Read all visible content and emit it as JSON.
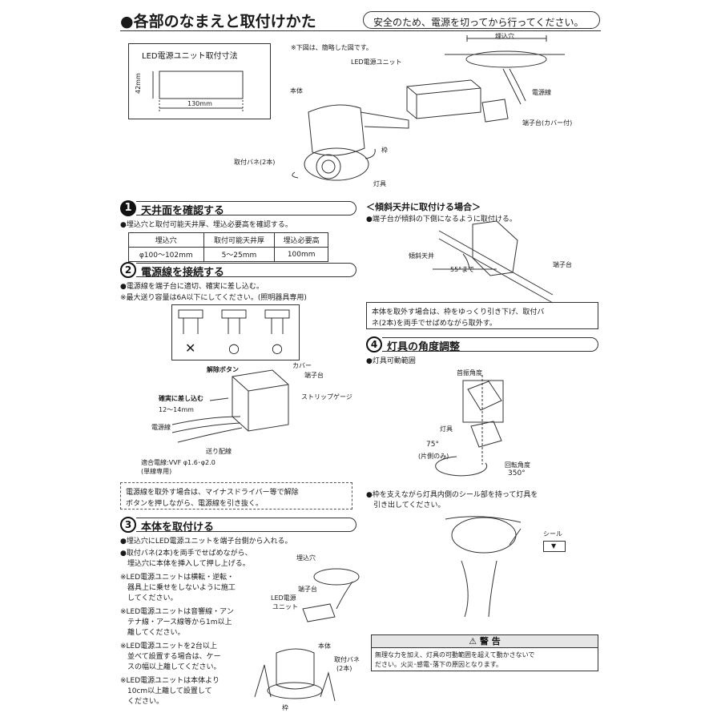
{
  "header": {
    "title": "●各部のなまえと取付けかた",
    "safety_note": "安全のため、電源を切ってから行ってください。"
  },
  "dimension_box": {
    "title": "LED電源ユニット取付寸法",
    "height_label": "42mm",
    "width_label": "130mm"
  },
  "main_figure": {
    "note": "※下図は、簡略した図です。",
    "labels": {
      "led_unit": "LED電源ユニット",
      "hole": "埋込穴",
      "power_cable": "電源線",
      "terminal": "端子台(カバー付)",
      "body": "本体",
      "frame": "枠",
      "spring": "取付バネ(2本)",
      "lamp": "灯具"
    }
  },
  "section1": {
    "num": "1",
    "title": "天井面を確認する",
    "desc": "●埋込穴と取付可能天井厚、埋込必要高を確認する。",
    "table": {
      "headers": [
        "埋込穴",
        "取付可能天井厚",
        "埋込必要高"
      ],
      "row": [
        "φ100〜102mm",
        "5〜25mm",
        "100mm"
      ]
    }
  },
  "section2": {
    "num": "2",
    "title": "電源線を接続する",
    "desc1": "●電源線を端子台に適切、確実に差し込む。",
    "desc2": "※最大送り容量は6A以下にしてください。(照明器具専用)",
    "marks": [
      "✕",
      "○",
      "○"
    ],
    "labels": {
      "release": "解除ボタン",
      "cover": "カバー",
      "terminal": "端子台",
      "strip": "ストリップゲージ",
      "insert": "確実に差し込む",
      "length": "12〜14mm",
      "cable": "電源線",
      "feed": "送り配線",
      "wire1": "適合電線:VVF φ1.6･φ2.0",
      "wire2": "(単線専用)"
    },
    "note1": "電源線を取外す場合は、マイナスドライバー等で解除",
    "note2": "ボタンを押しながら、電源線を引き抜く。"
  },
  "section3": {
    "num": "3",
    "title": "本体を取付ける",
    "lines": [
      "●埋込穴にLED電源ユニットを端子台側から入れる。",
      "●取付バネ(2本)を両手でせばめながら、",
      "　埋込穴に本体を挿入して押し上げる。",
      "※LED電源ユニットは横転・逆転・",
      "　器具上に乗せをしないように施工",
      "　してください。",
      "※LED電源ユニットは音響線・アン",
      "　テナ線・アース線等から1m以上",
      "　離してください。",
      "※LED電源ユニットを2台以上",
      "　並べて設置する場合は、ケー",
      "　スの幅以上離してください。",
      "※LED電源ユニットは本体より",
      "　10cm以上離して設置して",
      "　ください。"
    ],
    "labels": {
      "hole": "埋込穴",
      "terminal": "端子台",
      "unit1": "LED電源",
      "unit2": "ユニット",
      "body": "本体",
      "spring1": "取付バネ",
      "spring2": "(2本)",
      "frame": "枠"
    }
  },
  "slope": {
    "title": "＜傾斜天井に取付ける場合＞",
    "desc": "●端子台が傾斜の下側になるように取付ける。",
    "label_ceiling": "傾斜天井",
    "label_terminal": "端子台",
    "angle": "55°まで",
    "note1": "本体を取外す場合は、枠をゆっくり引き下げ、取付バ",
    "note2": "ネ(2本)を両手でせばめながら取外す。"
  },
  "section4": {
    "num": "4",
    "title": "灯具の角度調整",
    "range": "●灯具可動範囲",
    "neck": "首振角度",
    "lamp": "灯具",
    "tilt": "75°",
    "tilt_note": "(片側のみ)",
    "rot": "回転角度",
    "rot_val": "350°",
    "desc1": "●枠を支えながら灯具内側のシール部を持って灯具を",
    "desc2": "　引き出してください。",
    "seal": "シール",
    "seal_mark": "▼"
  },
  "warning": {
    "title": "⚠ 警 告",
    "line1": "無理な力を加え、灯具の可動範囲を超えて動かさないで",
    "line2": "ださい。火災･感電･落下の原因となります。"
  }
}
